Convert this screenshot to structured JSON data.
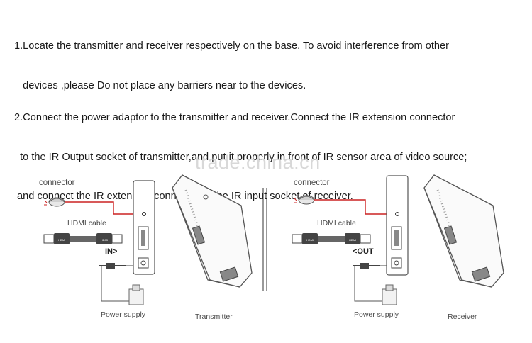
{
  "instructions": {
    "step1": {
      "line1": "1.Locate the transmitter and receiver respectively on the base. To avoid interference from other",
      "line2": "   devices ,please Do not place any barriers near to the devices."
    },
    "step2": {
      "line1": "2.Connect the power adaptor to the transmitter and receiver.Connect the IR extension connector",
      "line2": "  to the IR Output socket of transmitter,and put it properly in front of IR sensor area of video source;",
      "line3": " and connect the IR extension connector to the IR input socket of receiver."
    }
  },
  "watermark": "trade.china.cn",
  "diagram": {
    "left": {
      "connector_label": "connector",
      "hdmi_cable_label": "HDMI cable",
      "hdmi_plug_text": "HDMI",
      "port_label": "IN>",
      "power_label": "Power supply",
      "device_label": "Transmitter"
    },
    "right": {
      "connector_label": "connector",
      "hdmi_cable_label": "HDMI cable",
      "hdmi_plug_text": "HDMI",
      "port_label": "<OUT",
      "power_label": "Power supply",
      "device_label": "Receiver"
    },
    "colors": {
      "ir_cable": "#cc2222",
      "outline": "#555555"
    }
  }
}
